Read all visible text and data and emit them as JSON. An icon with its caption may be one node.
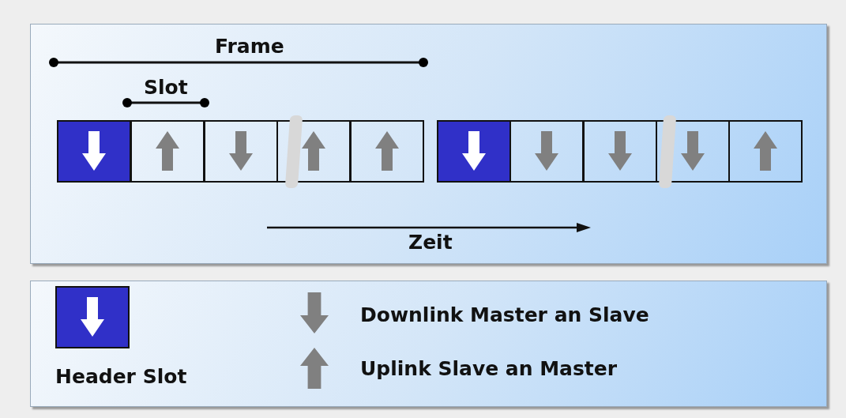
{
  "diagram": {
    "nodes": [
      {
        "text": [],
        "shape": "box"
      },
      {
        "text": [],
        "shape": "box"
      },
      {
        "text": [],
        "shape": "box"
      },
      {
        "text": [],
        "shape": "box"
      },
      {
        "text": [],
        "shape": "box"
      },
      {
        "text": [],
        "shape": "box"
      },
      {
        "text": [],
        "shape": "box"
      },
      {
        "text": [],
        "shape": "box"
      },
      {
        "text": [],
        "shape": "box"
      },
      {
        "text": [],
        "shape": "box"
      },
      {
        "text": [],
        "shape": "box"
      },
      {
        "text": [],
        "shape": "bar"
      },
      {
        "text": [],
        "shape": "bar"
      }
    ],
    "labels": [
      "Frame",
      "Slot",
      "Zeit"
    ],
    "legend": [
      {
        "text": "Header Slot"
      },
      {
        "text": "Downlink Master an Slave"
      },
      {
        "text": "Uplink Slave an Master"
      }
    ]
  }
}
